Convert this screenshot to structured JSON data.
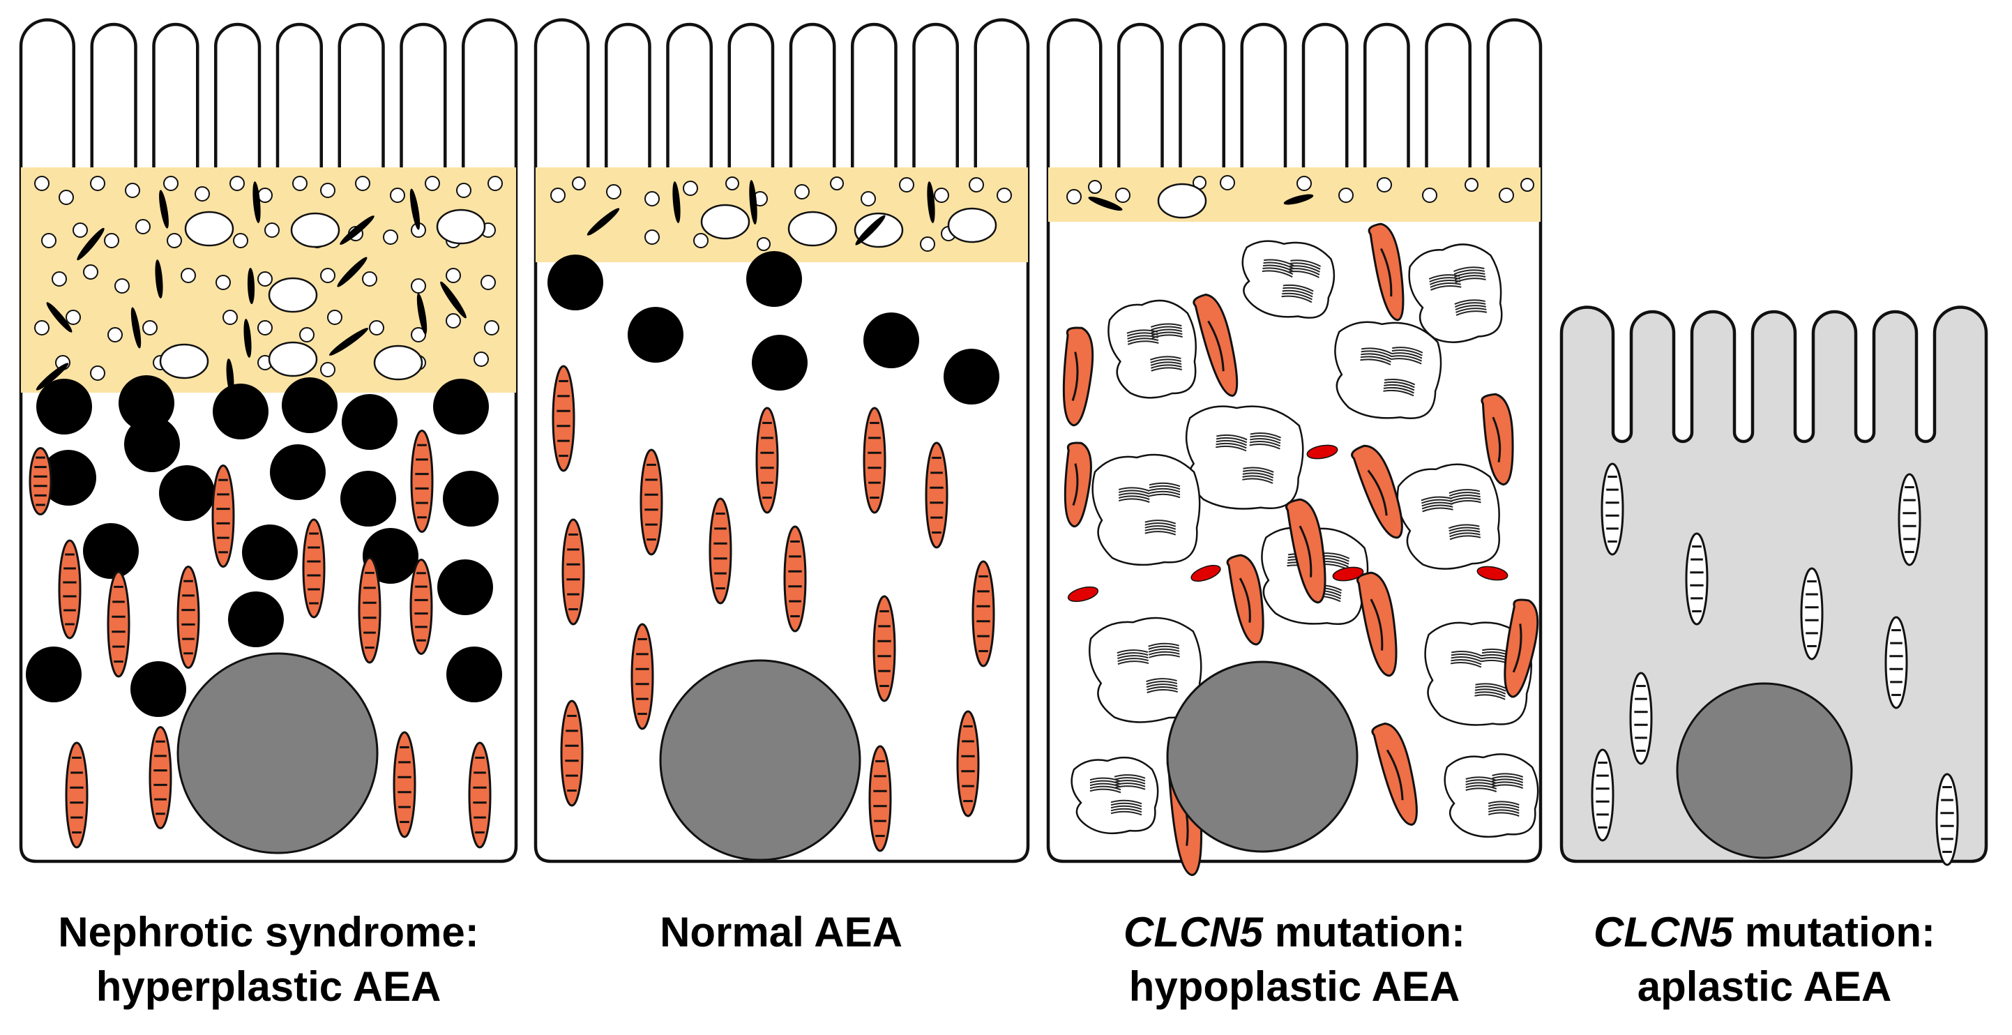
{
  "colors": {
    "outline": "#111111",
    "cell_fill": "#ffffff",
    "aplastic_fill": "#dadada",
    "aea_zone": "#fbe3a4",
    "mitochondria": "#ef6f46",
    "nucleus": "#808080",
    "granule": "#000000",
    "lysosome_red": "#e00000",
    "vesicle": "#ffffff"
  },
  "panels": [
    {
      "id": "hyperplastic",
      "caption": {
        "line1_italic": "",
        "line1": "Nephrotic syndrome:",
        "line2": "hyperplastic AEA"
      }
    },
    {
      "id": "normal",
      "caption": {
        "line1_italic": "",
        "line1": "Normal AEA",
        "line2": ""
      }
    },
    {
      "id": "hypoplastic",
      "caption": {
        "line1_italic": "CLCN5",
        "line1": " mutation:",
        "line2": "hypoplastic AEA"
      }
    },
    {
      "id": "aplastic",
      "caption": {
        "line1_italic": "CLCN5",
        "line1": " mutation:",
        "line2": "aplastic AEA"
      }
    }
  ]
}
